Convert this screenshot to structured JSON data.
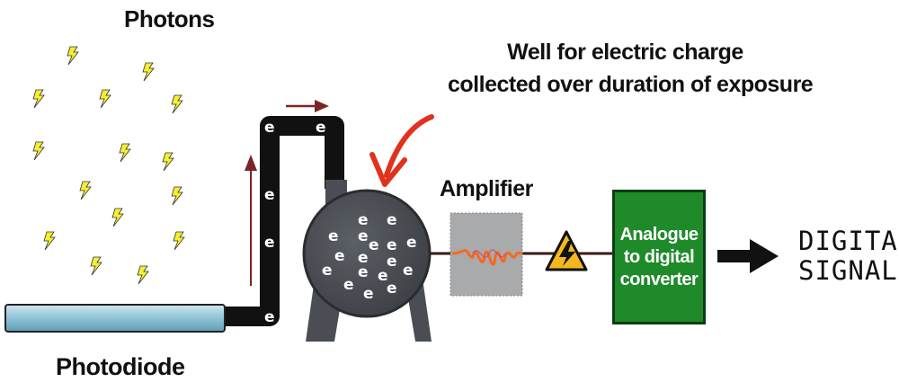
{
  "labels": {
    "photons": "Photons",
    "well_line1": "Well for electric charge",
    "well_line2": "collected over duration of exposure",
    "amplifier": "Amplifier",
    "photodiode": "Photodiode",
    "adc_line1": "Analogue",
    "adc_line2": "to digital",
    "adc_line3": "converter",
    "digital_line1": "DIGITAL",
    "digital_line2": "SIGNAL"
  },
  "electron_symbol": "e",
  "icons": {
    "photon": "lightning-bolt-icon",
    "warning": "high-voltage-warning-icon",
    "output_arrow": "right-arrow-icon"
  },
  "colors": {
    "bolt": "#f5ef30",
    "wire": "#111111",
    "arrow": "#7a2424",
    "pointer": "#e0321c",
    "well": "#4a4e54",
    "amplifier_box": "#a8aaab",
    "wave": "#f26b1f",
    "adc": "#1f8a2a",
    "photodiode": "#8fc3d6"
  }
}
